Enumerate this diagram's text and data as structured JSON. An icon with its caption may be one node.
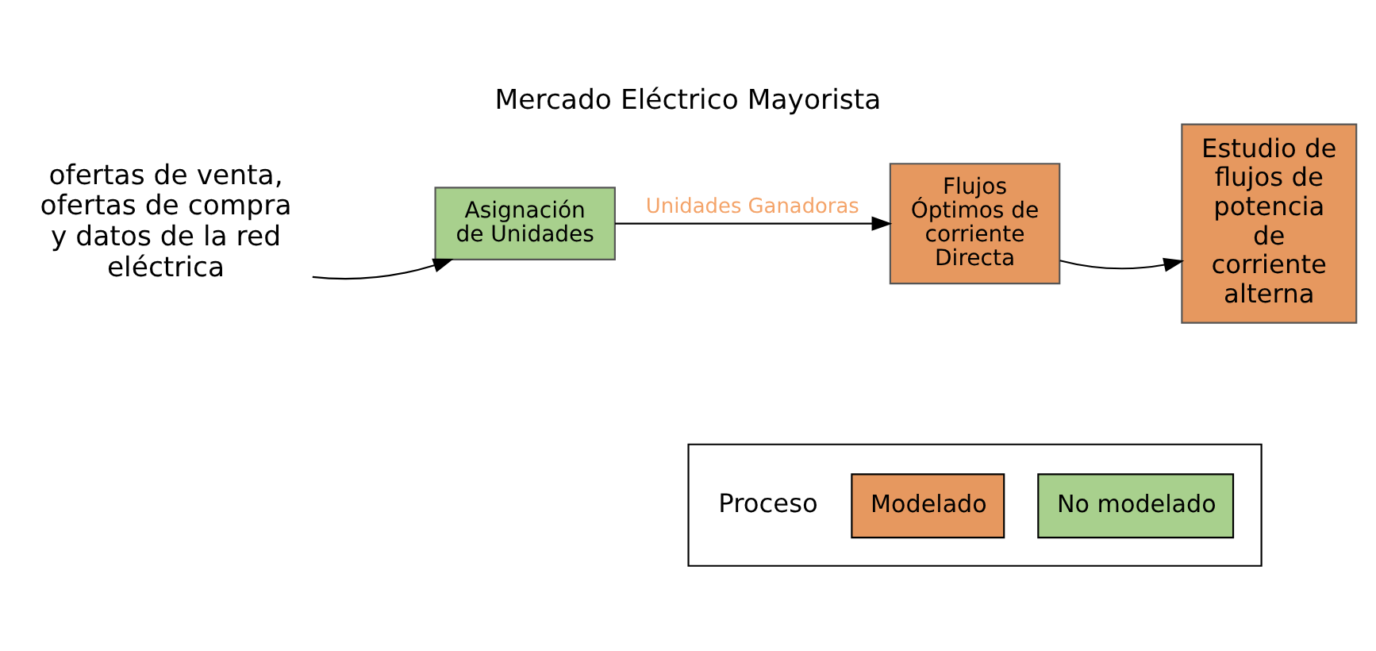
{
  "diagram": {
    "title": "Mercado Eléctrico Mayorista",
    "nodes": [
      {
        "text": [
          "ofertas de venta, ofertas de compra y datos de la red eléctrica"
        ]
      },
      {
        "text": [
          "Asignación de Unidades"
        ]
      },
      {
        "text": [
          "Flujos Óptimos de corriente Directa"
        ]
      },
      {
        "text": [
          "Estudio de flujos de potencia de corriente alterna"
        ]
      }
    ],
    "edges": [
      {
        "from": 0,
        "to": 1,
        "arrow": "to"
      },
      {
        "from": 1,
        "to": 2,
        "arrow": "to",
        "label": "Unidades Ganadoras"
      },
      {
        "from": 2,
        "to": 3,
        "arrow": "to"
      }
    ],
    "labels": [
      "Proceso"
    ],
    "legend": [
      {
        "text": "Modelado",
        "color": "#e6985f"
      },
      {
        "text": "No modelado",
        "color": "#a8d08d"
      }
    ]
  }
}
